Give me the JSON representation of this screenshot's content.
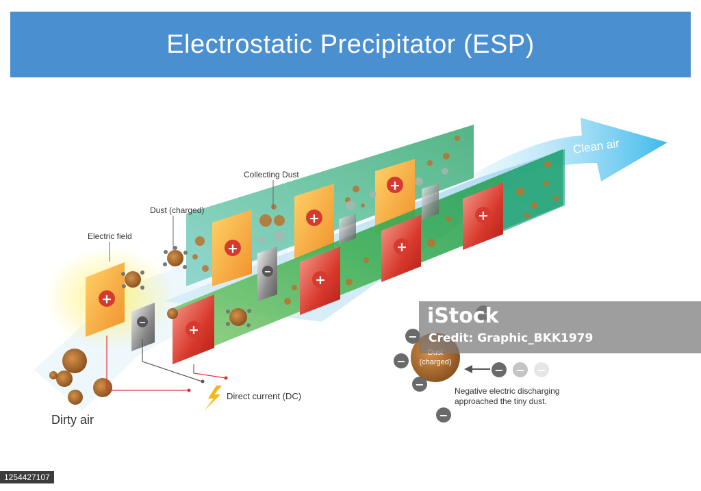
{
  "title": "Electrostatic Precipitator (ESP)",
  "labels": {
    "collecting_dust": "Collecting Dust",
    "dust_charged": "Dust (charged)",
    "electric_field": "Electric field",
    "clean_air": "Clean air",
    "dirty_air": "Dirty air",
    "direct_current": "Direct current (DC)",
    "inset_dust_line1": "Dust",
    "inset_dust_line2": "(charged)",
    "inset_note_line1": "Negative electric discharging",
    "inset_note_line2": "approached the tiny dust."
  },
  "symbols": {
    "plus": "+",
    "minus": "−"
  },
  "watermark": {
    "logo": "iStock",
    "credit": "Credit: Graphic_BKK1979",
    "stock_id": "1254427107"
  },
  "colors": {
    "banner": "#4a8fd0",
    "positive_plate": "#d63a2e",
    "negative_plate": "#6e6e6e",
    "dust": "#b8732e",
    "clean_air_arrow": "#4cc0ec",
    "wire": "#e03030"
  },
  "icons": [
    "lightning-bolt-icon",
    "plus-sign-icon",
    "minus-sign-icon",
    "arrow-left-icon"
  ]
}
